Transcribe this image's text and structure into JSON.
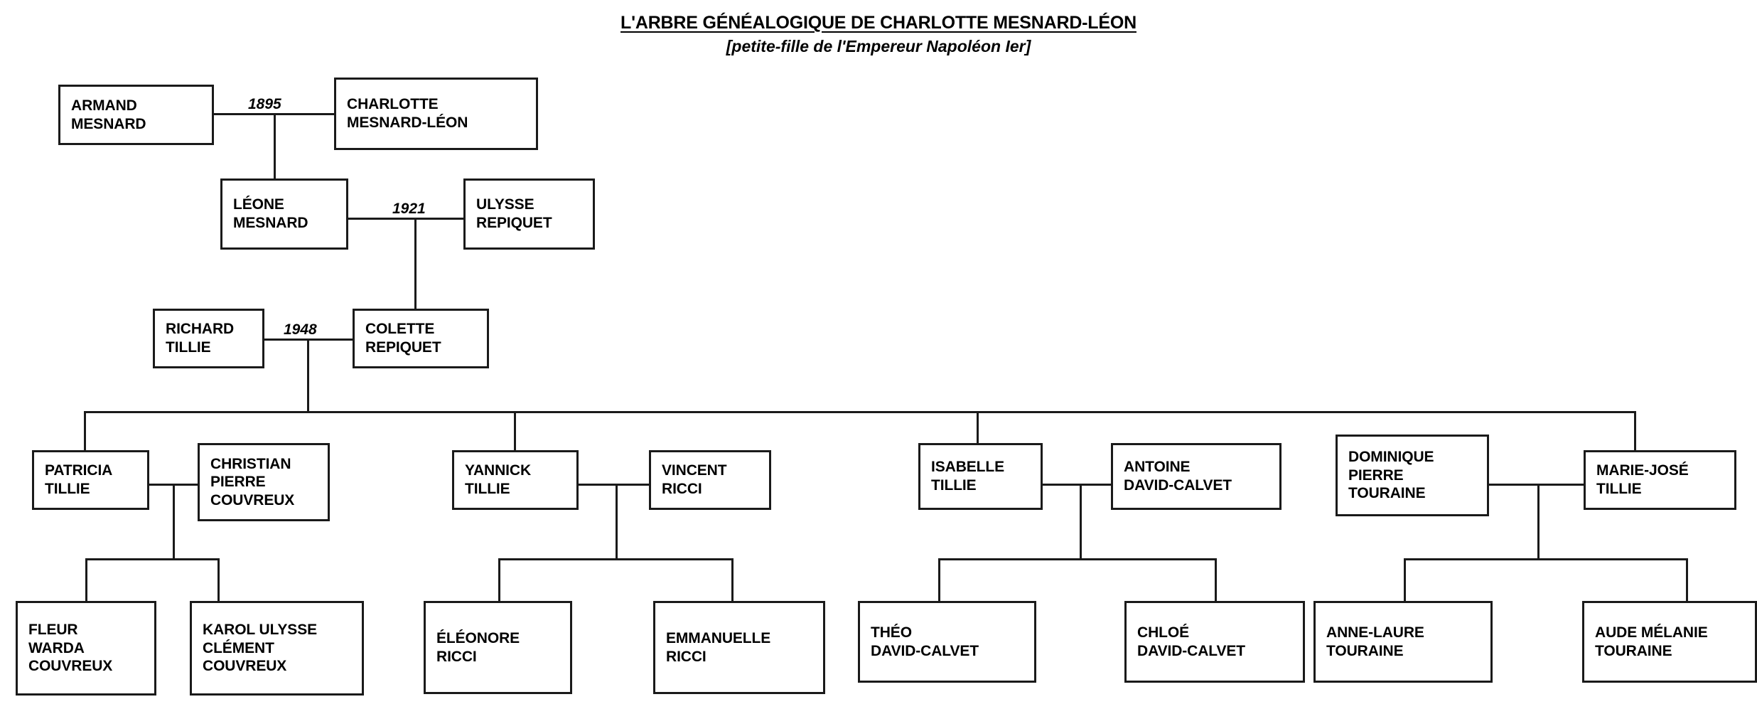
{
  "title": {
    "main": "L'ARBRE GÉNÉALOGIQUE DE CHARLOTTE MESNARD-LÉON",
    "subtitle": "[petite-fille de l'Empereur Napoléon Ier]"
  },
  "generations": {
    "g1": {
      "armand": "ARMAND\nMESNARD",
      "charlotte": "CHARLOTTE\nMESNARD-LÉON",
      "marriage_year": "1895"
    },
    "g2": {
      "leone": "LÉONE\nMESNARD",
      "ulysse": "ULYSSE\nREPIQUET",
      "marriage_year": "1921"
    },
    "g3": {
      "richard": "RICHARD\nTILLIE",
      "colette": "COLETTE\nREPIQUET",
      "marriage_year": "1948"
    },
    "g4": {
      "couples": [
        {
          "left": "PATRICIA\nTILLIE",
          "right": "CHRISTIAN\nPIERRE\nCOUVREUX"
        },
        {
          "left": "YANNICK\nTILLIE",
          "right": "VINCENT\nRICCI"
        },
        {
          "left": "ISABELLE\nTILLIE",
          "right": "ANTOINE\nDAVID-CALVET"
        },
        {
          "left": "DOMINIQUE\nPIERRE\nTOURAINE",
          "right": "MARIE-JOSÉ\nTILLIE"
        }
      ]
    },
    "g5": {
      "children": [
        "FLEUR\nWARDA\nCOUVREUX",
        "KAROL ULYSSE\nCLÉMENT\nCOUVREUX",
        "ÉLÉONORE\nRICCI",
        "EMMANUELLE\nRICCI",
        "THÉO\nDAVID-CALVET",
        "CHLOÉ\nDAVID-CALVET",
        "ANNE-LAURE\nTOURAINE",
        "AUDE MÉLANIE\nTOURAINE"
      ]
    }
  },
  "colors": {
    "line": "#1a1a1a",
    "text": "#000000",
    "background": "#ffffff"
  }
}
